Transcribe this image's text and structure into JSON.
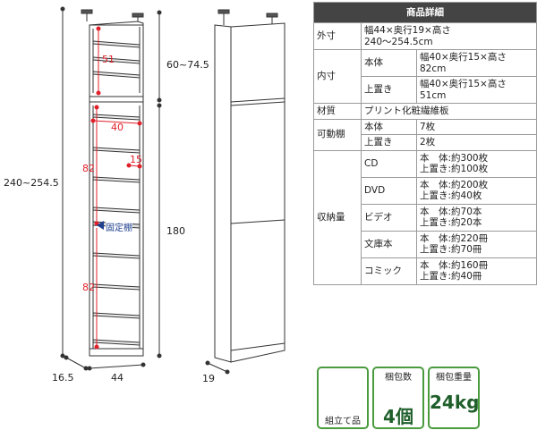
{
  "dimensions": {
    "total_height": "240~254.5",
    "top_height": "60~74.5",
    "bottom_height": "180",
    "top_inner_height": "51",
    "bottom_inner_height_1": "82",
    "bottom_inner_height_2": "82",
    "inner_width": "40",
    "inner_depth": "15",
    "fixed_shelf": "固定棚",
    "depth": "16.5",
    "width": "44",
    "side_depth": "19"
  },
  "spec": {
    "header": "商品詳細",
    "rows": [
      {
        "label": "外寸",
        "value": "幅44×奥行19×高さ\n240〜254.5cm"
      },
      {
        "label": "内寸",
        "sub": "本体",
        "value": "幅40×奥行15×高さ\n82cm"
      },
      {
        "sub": "上置き",
        "value": "幅40×奥行15×高さ\n51cm"
      },
      {
        "label": "材質",
        "value": "プリント化粧繊維板"
      },
      {
        "label": "可動棚",
        "sub": "本体",
        "value": "7枚"
      },
      {
        "sub": "上置き",
        "value": "2枚"
      },
      {
        "label": "収納量",
        "sub": "CD",
        "value": "本　体:約300枚\n上置き:約100枚"
      },
      {
        "sub": "DVD",
        "value": "本　体:約200枚\n上置き:約40枚"
      },
      {
        "sub": "ビデオ",
        "value": "本　体:約70本\n上置き:約20本"
      },
      {
        "sub": "文庫本",
        "value": "本　体:約220冊\n上置き:約70冊"
      },
      {
        "sub": "コミック",
        "value": "本　体:約160冊\n上置き:約40冊"
      }
    ]
  },
  "badges": {
    "assembly": {
      "title": "組立て品"
    },
    "packages": {
      "title": "梱包数",
      "value": "4個"
    },
    "weight": {
      "title": "梱包重量",
      "value": "24kg"
    }
  },
  "colors": {
    "dimension_red": "#e0202a",
    "badge_green": "#4a9a3e",
    "header_bg": "#444444"
  }
}
